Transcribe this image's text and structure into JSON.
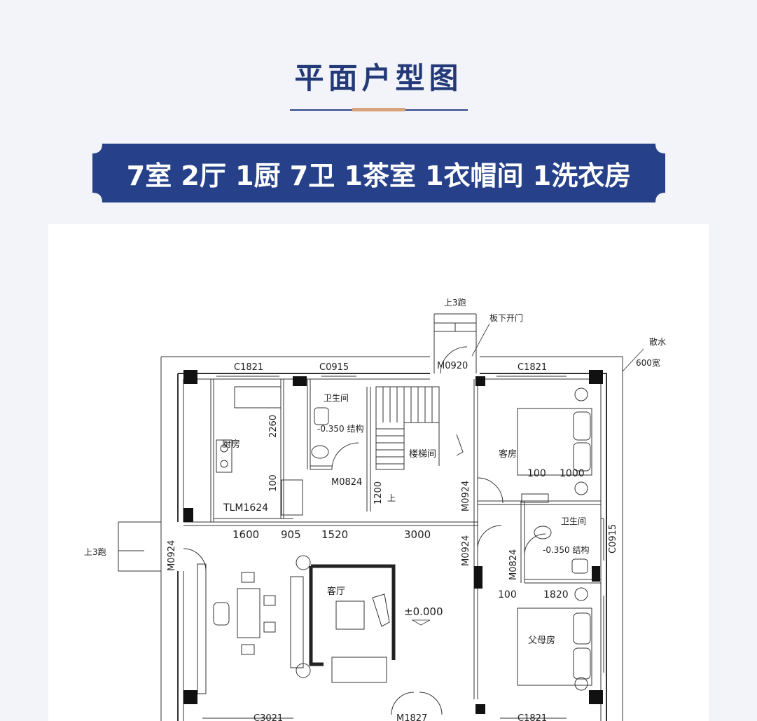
{
  "page": {
    "title": "平面户型图",
    "subtitle": "7室 2厅 1厨 7卫 1茶室 1衣帽间 1洗衣房"
  },
  "colors": {
    "title": "#243a78",
    "banner": "#26418a",
    "accent_rule": "#d9a37c",
    "background": "#f2f4f9"
  },
  "plan": {
    "rooms": {
      "kitchen": "厨房",
      "wc_top": "卫生间",
      "stair": "楼梯间",
      "guest": "客房",
      "wc_right": "卫生间",
      "living": "客厅",
      "parents": "父母房"
    },
    "windows": {
      "c1821_top_left": "C1821",
      "c0915_top": "C0915",
      "c1821_top_right": "C1821",
      "c0915_right": "C0915",
      "c1821_bottom_right": "C1821",
      "c3021_bottom": "C3021"
    },
    "doors": {
      "m0920": "M0920",
      "m0824_wc": "M0824",
      "m0924_stair": "M0924",
      "m0924_left": "M0924",
      "m0924_living": "M0924",
      "m0824_right": "M0824",
      "m1827": "M1827",
      "tlm1624": "TLM1624"
    },
    "dims": {
      "d2260": "2260",
      "d100_kitchen": "100",
      "d1200": "1200",
      "d1600": "1600",
      "d905": "905",
      "d1520": "1520",
      "d3000": "3000",
      "d100_guest": "100",
      "d1000": "1000",
      "d100_parents": "100",
      "d1820": "1820"
    },
    "notes": {
      "up3_top": "上3跑",
      "under_slab_door": "板下开门",
      "apron": "散水",
      "apron_width": "600宽",
      "up3_left": "上3跑",
      "level_wc": "-0.350 结构",
      "level_wc_right": "-0.350 结构",
      "level_floor": "±0.000",
      "up": "上"
    }
  }
}
